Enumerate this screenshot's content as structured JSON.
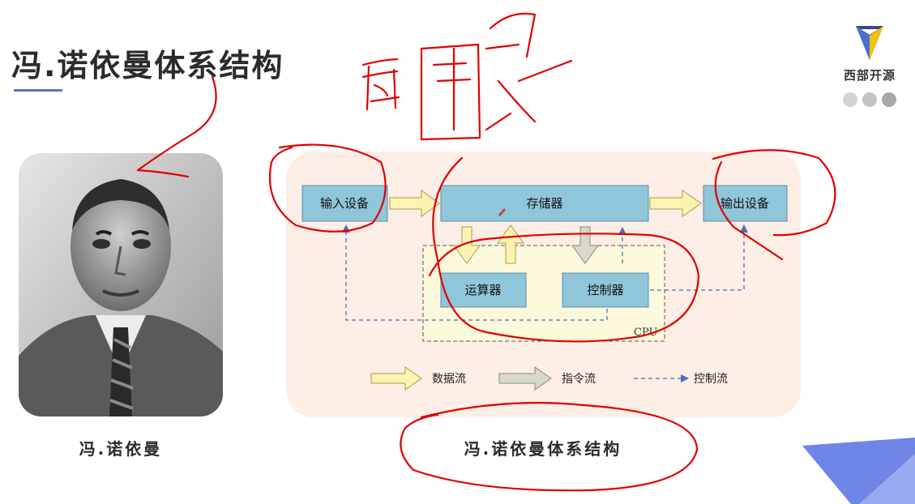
{
  "slide": {
    "title": "冯.诺依曼体系结构",
    "photo_caption": "冯.诺依曼",
    "diagram_caption": "冯.诺依曼体系结构"
  },
  "logo": {
    "text": "西部开源"
  },
  "diagram": {
    "input": "输入设备",
    "memory": "存储器",
    "output": "输出设备",
    "alu": "运算器",
    "control": "控制器",
    "cpu": "CPU",
    "legend": {
      "data": "数据流",
      "instruction": "指令流",
      "control": "控制流"
    }
  },
  "colors": {
    "accent": "#5b6fd6",
    "box": "#8fc6da",
    "ink": "#e00000",
    "dots": [
      "#d4d4d4",
      "#c2c2c2",
      "#a8a8a8"
    ]
  }
}
